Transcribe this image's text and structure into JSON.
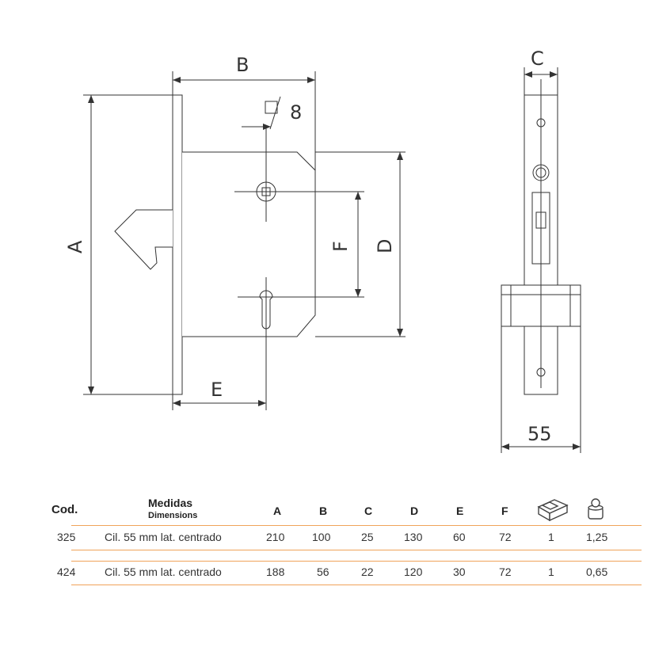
{
  "drawing": {
    "labels": {
      "a": "A",
      "b": "B",
      "c": "C",
      "d": "D",
      "e": "E",
      "f": "F",
      "square": "8",
      "backset": "55"
    }
  },
  "table": {
    "headers": {
      "cod": "Cod.",
      "medidas": "Medidas",
      "dimensions": "Dimensions",
      "a": "A",
      "b": "B",
      "c": "C",
      "d": "D",
      "e": "E",
      "f": "F"
    },
    "icons": [
      "box-icon",
      "key-cylinder-icon"
    ],
    "rows": [
      {
        "cod": "325",
        "medidas": "Cil. 55 mm lat. centrado",
        "a": "210",
        "b": "100",
        "c": "25",
        "d": "130",
        "e": "60",
        "f": "72",
        "box": "1",
        "weight": "1,25"
      },
      {
        "cod": "424",
        "medidas": "Cil. 55 mm lat. centrado",
        "a": "188",
        "b": "56",
        "c": "22",
        "d": "120",
        "e": "30",
        "f": "72",
        "box": "1",
        "weight": "0,65"
      }
    ],
    "separator_color": "#f0a35a"
  }
}
